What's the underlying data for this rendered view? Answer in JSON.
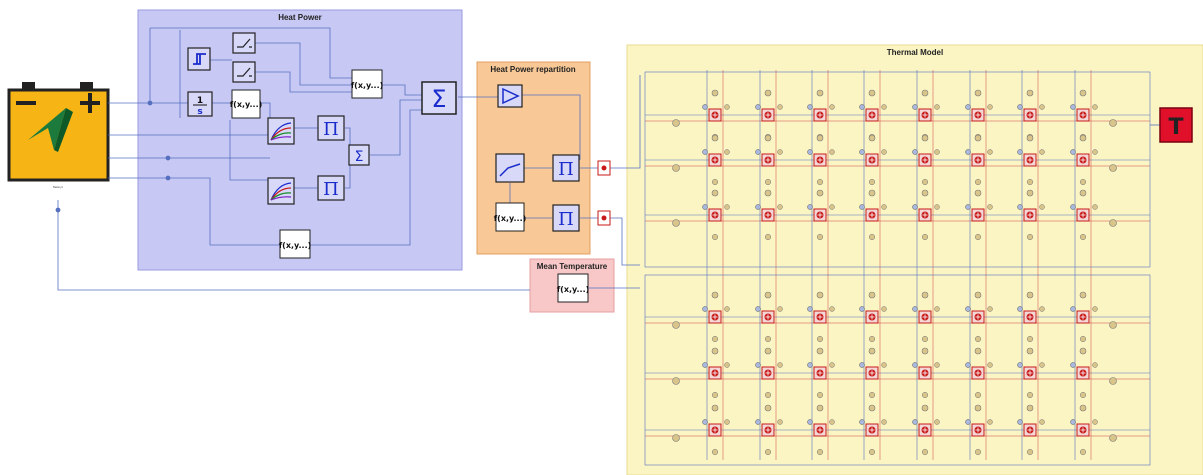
{
  "regions": {
    "heat_power": {
      "title": "Heat Power"
    },
    "repartition": {
      "title": "Heat Power repartition"
    },
    "mean_temperature": {
      "title": "Mean Temperature"
    },
    "thermal_model": {
      "title": "Thermal Model"
    }
  },
  "blocks": {
    "fxy_label": "f(x,y...)",
    "integrator_label": "1/s"
  },
  "colors": {
    "heat_power_bg": "#c8c8f4",
    "repartition_bg": "#f8c896",
    "mean_temp_bg": "#f8c8c8",
    "thermal_bg": "#fbf5c4",
    "battery_body": "#f7b515",
    "temp_sensor": "#e0102a",
    "wire_blue": "#5570c0",
    "wire_red": "#d04040"
  },
  "icons": [
    "battery-icon",
    "sum-icon",
    "product-icon",
    "integrator-icon",
    "lookup-table-icon",
    "gain-icon",
    "switch-icon",
    "hysteresis-icon",
    "thermal-mass-icon",
    "temperature-sensor-icon",
    "mux-icon"
  ]
}
